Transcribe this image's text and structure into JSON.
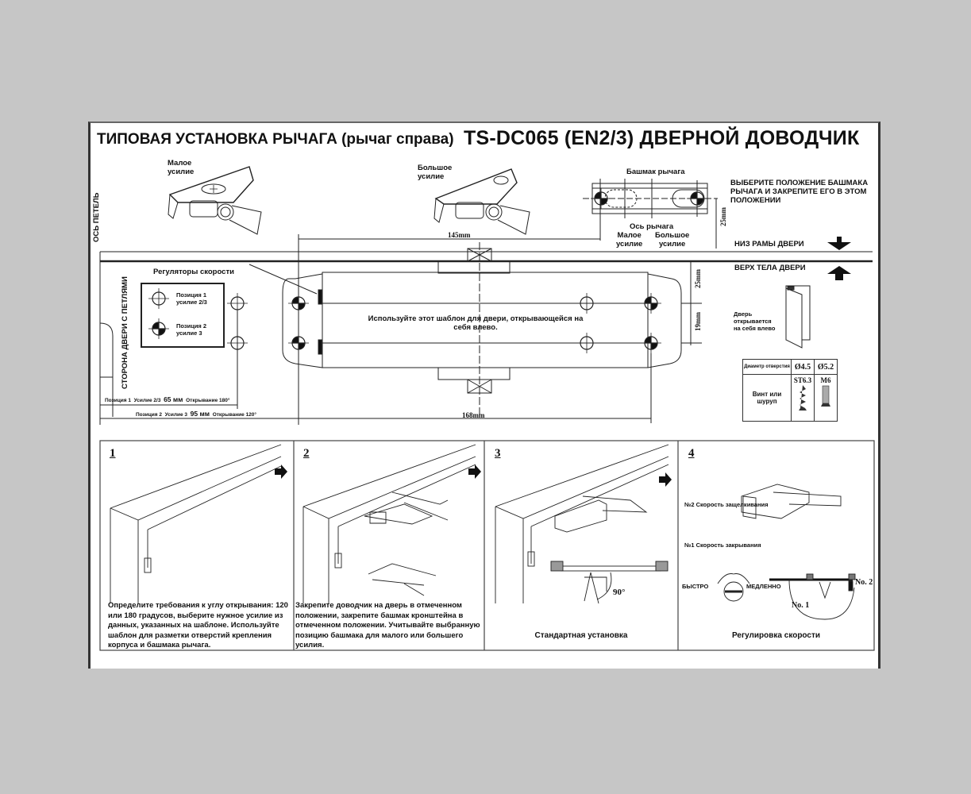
{
  "header": {
    "title_left": "ТИПОВАЯ УСТАНОВКА РЫЧАГА (рычаг справа)",
    "title_right": "TS-DC065 (EN2/3) ДВЕРНОЙ ДОВОДЧИК"
  },
  "top_section": {
    "hinge_axis_label": "ОСЬ ПЕТЕЛЬ",
    "low_force_label": "Малое\nусилие",
    "high_force_label": "Большое\nусилие",
    "lever_shoe_label": "Башмак рычага",
    "lever_axis_label": "Ось рычага",
    "shoe_low_label": "Малое\nусилие",
    "shoe_high_label": "Большое\nусилие",
    "shoe_instruction": "ВЫБЕРИТЕ ПОЛОЖЕНИЕ БАШМАКА РЫЧАГА И ЗАКРЕПИТЕ ЕГО В ЭТОМ ПОЛОЖЕНИИ",
    "dim_145": "145mm",
    "dim_25_shoe": "25mm"
  },
  "frame_labels": {
    "frame_bottom": "НИЗ РАМЫ ДВЕРИ",
    "door_top": "ВЕРХ ТЕЛА ДВЕРИ"
  },
  "template": {
    "speed_regulators_label": "Регуляторы скорости",
    "hinge_side_label": "СТОРОНА ДВЕРИ С ПЕТЛЯМИ",
    "legend": [
      {
        "icon": "crosshair-open-icon",
        "label": "Позиция 1\nусилие 2/3"
      },
      {
        "icon": "crosshair-filled-icon",
        "label": "Позиция 2\nусилие 3"
      }
    ],
    "usage_note": "Используйте этот шаблон для двери, открывающейся на себя влево.",
    "dim_25": "25mm",
    "dim_19": "19mm",
    "dim_168": "168mm",
    "position_1": {
      "pos": "Позиция 1",
      "force": "Усилие 2/3",
      "distance": "65 мм",
      "opening": "Открывание 180°"
    },
    "position_2": {
      "pos": "Позиция 2",
      "force": "Усилие 3",
      "distance": "95 мм",
      "opening": "Открывание 120°"
    }
  },
  "door_side": {
    "caption": "Дверь\nоткрывается\nна себя влево"
  },
  "spec_table": {
    "hole_diameter_label": "Диаметр отверстия",
    "screw_label": "Винт или шуруп",
    "columns": [
      {
        "diameter": "Ø4.5",
        "screw": "ST6.3",
        "icon": "wood-screw-icon"
      },
      {
        "diameter": "Ø5.2",
        "screw": "M6",
        "icon": "machine-screw-icon"
      }
    ]
  },
  "steps": [
    {
      "number": "1",
      "caption": "Определите требования к углу открывания: 120 или 180 градусов, выберите нужное усилие из данных, указанных на шаблоне. Используйте шаблон для разметки отверстий крепления корпуса и башмака рычага."
    },
    {
      "number": "2",
      "caption": "Закрепите доводчик на дверь в отмеченном положении, закрепите башмак кронштейна в отмеченном положении. Учитывайте выбранную позицию башмака для малого или большего усилия."
    },
    {
      "number": "3",
      "caption": "Стандартная установка",
      "angle_label": "90°"
    },
    {
      "number": "4",
      "caption": "Регулировка скорости",
      "latch_speed_label": "№2 Скорость защелкивания",
      "close_speed_label": "№1 Скорость закрывания",
      "fast_label": "БЫСТРО",
      "slow_label": "МЕДЛЕННО",
      "no1_label": "No. 1",
      "no2_label": "No. 2"
    }
  ]
}
